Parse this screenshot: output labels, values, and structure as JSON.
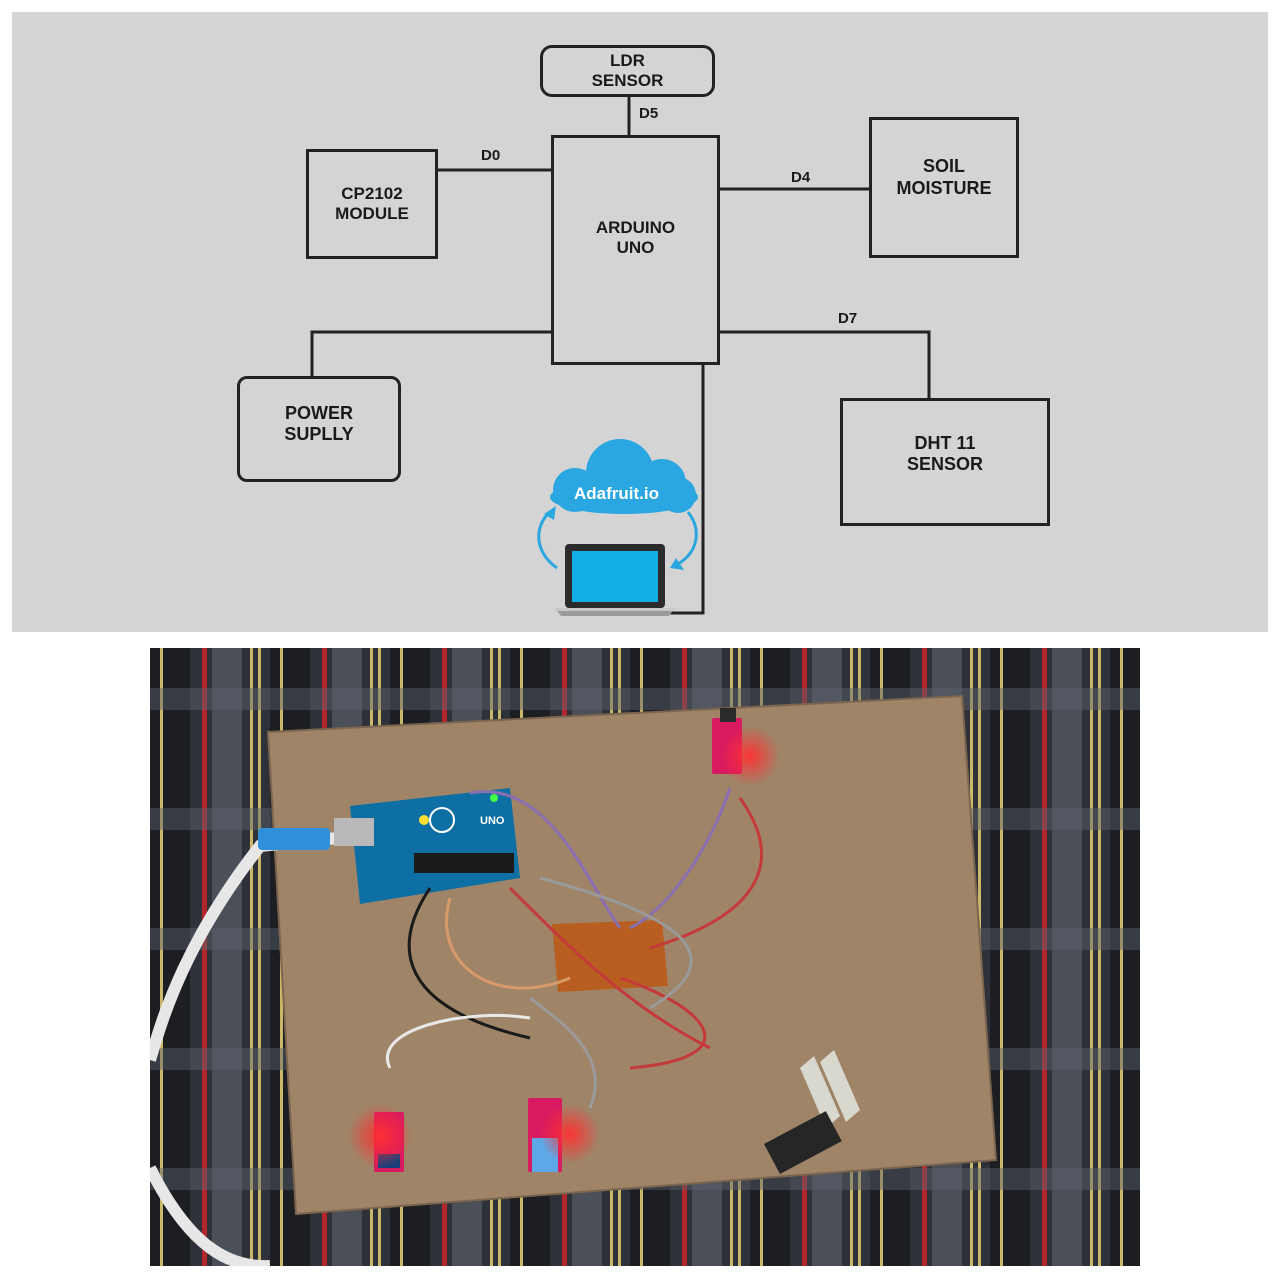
{
  "diagram": {
    "blocks": {
      "ldr": "LDR\nSENSOR",
      "cp2102": "CP2102\nMODULE",
      "arduino": "ARDUINO\nUNO",
      "soil": "SOIL\nMOISTURE",
      "power": "POWER\nSUPLLY",
      "dht": "DHT 11\nSENSOR"
    },
    "pins": {
      "ldr": "D5",
      "cp2102": "D0",
      "soil": "D4",
      "dht": "D7"
    },
    "cloud_label": "Adafruit.io",
    "colors": {
      "background": "#d4d4d4",
      "line": "#222222",
      "cloud": "#2aa6e0",
      "screen": "#12aee8"
    }
  },
  "photo": {
    "board_label": "UNO",
    "colors": {
      "board": "#a08468",
      "arduino": "#0d6fa3",
      "sensor": "#d81b60",
      "led": "#ff2a2a"
    }
  }
}
